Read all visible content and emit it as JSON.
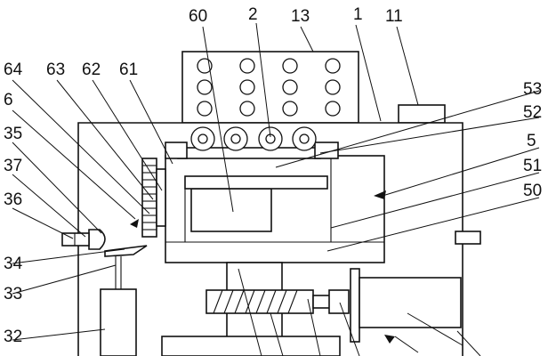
{
  "labels": {
    "l60": "60",
    "l2": "2",
    "l13": "13",
    "l1": "1",
    "l11": "11",
    "l64": "64",
    "l63": "63",
    "l62": "62",
    "l61": "61",
    "l6": "6",
    "l35": "35",
    "l37": "37",
    "l36": "36",
    "l34": "34",
    "l33": "33",
    "l32": "32",
    "l53": "53",
    "l52": "52",
    "l5": "5",
    "l51": "51",
    "l50": "50"
  }
}
